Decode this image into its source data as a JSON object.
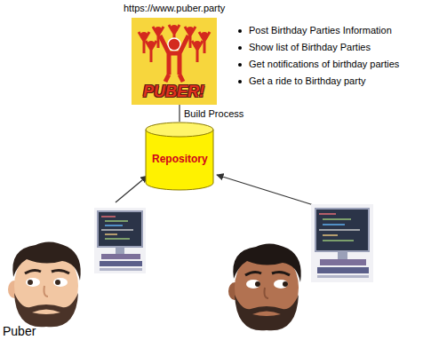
{
  "diagram": {
    "nodes": [
      {
        "text": [
          "https://www.puber.party",
          "PUBER!"
        ]
      },
      {
        "text": [
          "Repository"
        ]
      }
    ],
    "edges": [
      {
        "from": 0,
        "to": 1,
        "arrow": "none",
        "label": "Build Process"
      }
    ],
    "labels": [
      "Post Birthday Parties Information",
      "Show list of Birthday Parties",
      "Get notifications of birthday parties",
      "Get a ride to Birthday party",
      "Puber"
    ]
  }
}
